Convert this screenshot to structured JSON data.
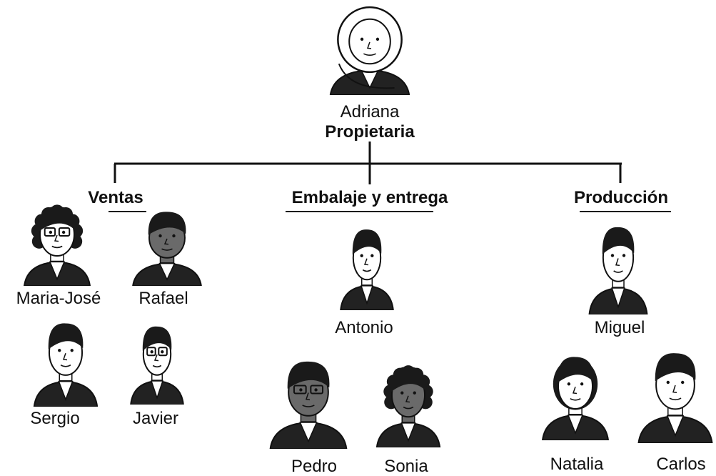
{
  "owner": {
    "name": "Adriana",
    "role": "Propietaria"
  },
  "departments": [
    {
      "title": "Ventas",
      "members": [
        "Maria-José",
        "Rafael",
        "Sergio",
        "Javier"
      ]
    },
    {
      "title": "Embalaje y entrega",
      "members": [
        "Antonio",
        "Pedro",
        "Sonia"
      ]
    },
    {
      "title": "Producción",
      "members": [
        "Miguel",
        "Natalia",
        "Carlos"
      ]
    }
  ],
  "icons": {
    "portrait": "person-cartoon-icon"
  },
  "colors": {
    "ink": "#111111",
    "hair": "#1a1a1a",
    "skin_light": "#ffffff",
    "skin_dark": "#6a6a6a"
  }
}
